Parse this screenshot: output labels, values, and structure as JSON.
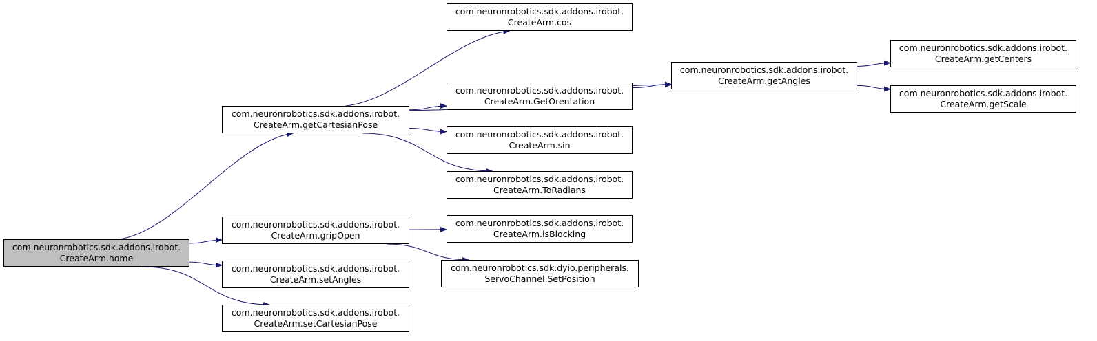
{
  "colors": {
    "edge": "#191970",
    "root_fill": "#bfbfbf",
    "node_fill": "#ffffff",
    "border": "#000000"
  },
  "nodes": {
    "home": {
      "line1": "com.neuronrobotics.sdk.addons.irobot.",
      "line2": "CreateArm.home"
    },
    "getCartesianPose": {
      "line1": "com.neuronrobotics.sdk.addons.irobot.",
      "line2": "CreateArm.getCartesianPose"
    },
    "gripOpen": {
      "line1": "com.neuronrobotics.sdk.addons.irobot.",
      "line2": "CreateArm.gripOpen"
    },
    "setAngles": {
      "line1": "com.neuronrobotics.sdk.addons.irobot.",
      "line2": "CreateArm.setAngles"
    },
    "setCartesianPose": {
      "line1": "com.neuronrobotics.sdk.addons.irobot.",
      "line2": "CreateArm.setCartesianPose"
    },
    "cos": {
      "line1": "com.neuronrobotics.sdk.addons.irobot.",
      "line2": "CreateArm.cos"
    },
    "getOrentation": {
      "line1": "com.neuronrobotics.sdk.addons.irobot.",
      "line2": "CreateArm.GetOrentation"
    },
    "sin": {
      "line1": "com.neuronrobotics.sdk.addons.irobot.",
      "line2": "CreateArm.sin"
    },
    "toRadians": {
      "line1": "com.neuronrobotics.sdk.addons.irobot.",
      "line2": "CreateArm.ToRadians"
    },
    "isBlocking": {
      "line1": "com.neuronrobotics.sdk.addons.irobot.",
      "line2": "CreateArm.isBlocking"
    },
    "setPosition": {
      "line1": "com.neuronrobotics.sdk.dyio.peripherals.",
      "line2": "ServoChannel.SetPosition"
    },
    "getAngles": {
      "line1": "com.neuronrobotics.sdk.addons.irobot.",
      "line2": "CreateArm.getAngles"
    },
    "getCenters": {
      "line1": "com.neuronrobotics.sdk.addons.irobot.",
      "line2": "CreateArm.getCenters"
    },
    "getScale": {
      "line1": "com.neuronrobotics.sdk.addons.irobot.",
      "line2": "CreateArm.getScale"
    }
  },
  "edges": [
    [
      "home",
      "getCartesianPose"
    ],
    [
      "home",
      "gripOpen"
    ],
    [
      "home",
      "setAngles"
    ],
    [
      "home",
      "setCartesianPose"
    ],
    [
      "getCartesianPose",
      "cos"
    ],
    [
      "getCartesianPose",
      "getAngles"
    ],
    [
      "getCartesianPose",
      "getOrentation"
    ],
    [
      "getCartesianPose",
      "sin"
    ],
    [
      "getCartesianPose",
      "toRadians"
    ],
    [
      "getOrentation",
      "getAngles"
    ],
    [
      "getAngles",
      "getCenters"
    ],
    [
      "getAngles",
      "getScale"
    ],
    [
      "gripOpen",
      "isBlocking"
    ],
    [
      "gripOpen",
      "setPosition"
    ]
  ]
}
